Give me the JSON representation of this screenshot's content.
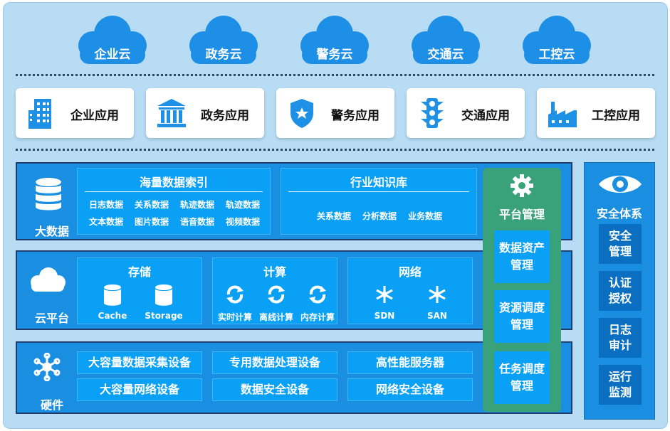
{
  "clouds": [
    "企业云",
    "政务云",
    "警务云",
    "交通云",
    "工控云"
  ],
  "apps": [
    {
      "label": "企业应用",
      "icon": "office-building-icon"
    },
    {
      "label": "政务应用",
      "icon": "government-building-icon"
    },
    {
      "label": "警务应用",
      "icon": "police-badge-icon"
    },
    {
      "label": "交通应用",
      "icon": "traffic-light-icon"
    },
    {
      "label": "工控应用",
      "icon": "factory-icon"
    }
  ],
  "bigdata": {
    "label": "大数据",
    "icon": "database-icon",
    "index": {
      "title": "海量数据索引",
      "row1": [
        "日志数据",
        "关系数据",
        "轨迹数据",
        "轨迹数据"
      ],
      "row2": [
        "文本数据",
        "图片数据",
        "语音数据",
        "视频数据"
      ]
    },
    "knowledge": {
      "title": "行业知识库",
      "items": [
        "关系数据",
        "分析数据",
        "业务数据"
      ]
    }
  },
  "cloudplatform": {
    "label": "云平台",
    "icon": "cloud-icon",
    "storage": {
      "title": "存储",
      "items": [
        "Cache",
        "Storage"
      ]
    },
    "compute": {
      "title": "计算",
      "items": [
        "实时计算",
        "离线计算",
        "内存计算"
      ]
    },
    "network": {
      "title": "网络",
      "items": [
        "SDN",
        "SAN"
      ]
    }
  },
  "hardware": {
    "label": "硬件",
    "icon": "network-hub-icon",
    "items": [
      "大容量数据采集设备",
      "专用数据处理设备",
      "高性能服务器",
      "大容量网络设备",
      "数据安全设备",
      "网络安全设备"
    ]
  },
  "platform": {
    "title": "平台管理",
    "icon": "gear-icon",
    "items": [
      "数据资产\n管理",
      "资源调度\n管理",
      "任务调度\n管理"
    ]
  },
  "security": {
    "title": "安全体系",
    "icon": "eye-icon",
    "items": [
      "安全\n管理",
      "认证\n授权",
      "日志\n审计",
      "运行\n监测"
    ]
  },
  "colors": {
    "band": "#1a8ee0",
    "block": "#0aa0f5",
    "platform": "#3aa27a",
    "app_icon": "#1e90e6",
    "cloud": "#1e8fe6"
  }
}
